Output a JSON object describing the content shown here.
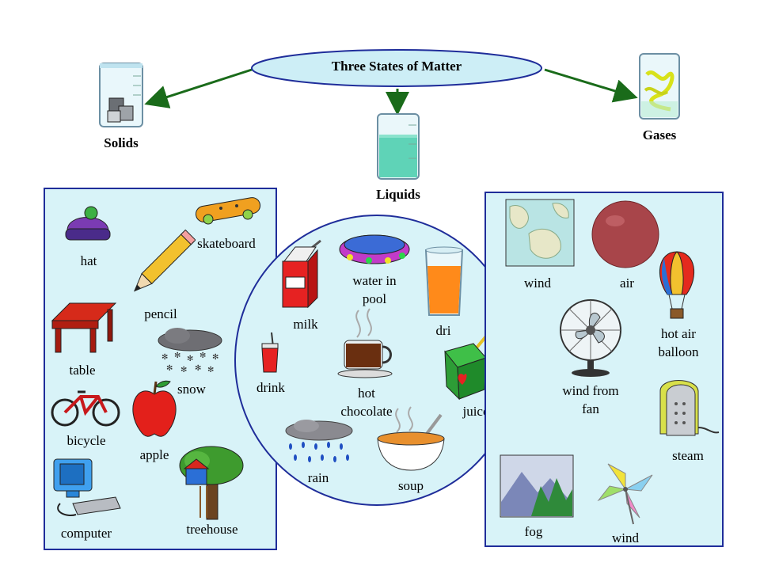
{
  "title": "Three States of Matter",
  "categories": {
    "solids": "Solids",
    "liquids": "Liquids",
    "gases": "Gases"
  },
  "solids_items": {
    "hat": "hat",
    "skateboard": "skateboard",
    "pencil": "pencil",
    "table": "table",
    "snow": "snow",
    "bicycle": "bicycle",
    "apple": "apple",
    "computer": "computer",
    "treehouse": "treehouse"
  },
  "liquids_items": {
    "milk": "milk",
    "water_in_pool_line1": "water in",
    "water_in_pool_line2": "pool",
    "drink_top": "dri",
    "drink_left": "drink",
    "hot_chocolate_line1": "hot",
    "hot_chocolate_line2": "chocolate",
    "juice": "juice",
    "rain": "rain",
    "soup": "soup"
  },
  "gases_items": {
    "wind_map": "wind",
    "air": "air",
    "hot_air_balloon_line1": "hot air",
    "hot_air_balloon_line2": "balloon",
    "wind_from_fan_line1": "wind from",
    "wind_from_fan_line2": "fan",
    "steam": "steam",
    "fog": "fog",
    "wind_pinwheel": "wind"
  },
  "colors": {
    "panel_fill": "#d8f3f8",
    "panel_border": "#1f2d9a",
    "arrow": "#1a6b1a",
    "ellipse_fill": "#cdeef6"
  }
}
